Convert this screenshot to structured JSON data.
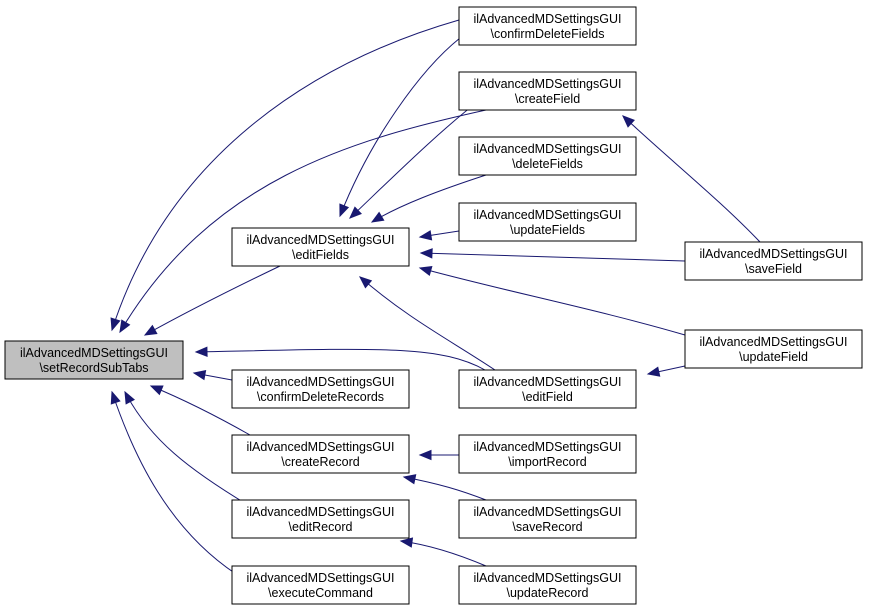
{
  "colors": {
    "edge": "#191970",
    "root_fill": "#bfbfbf",
    "node_fill": "#ffffff",
    "node_border": "#000000"
  },
  "nodes": [
    {
      "id": "setRecordSubTabs",
      "line1": "ilAdvancedMDSettingsGUI",
      "line2": "\\setRecordSubTabs"
    },
    {
      "id": "confirmDeleteFields",
      "line1": "ilAdvancedMDSettingsGUI",
      "line2": "\\confirmDeleteFields"
    },
    {
      "id": "createField",
      "line1": "ilAdvancedMDSettingsGUI",
      "line2": "\\createField"
    },
    {
      "id": "deleteFields",
      "line1": "ilAdvancedMDSettingsGUI",
      "line2": "\\deleteFields"
    },
    {
      "id": "updateFields",
      "line1": "ilAdvancedMDSettingsGUI",
      "line2": "\\updateFields"
    },
    {
      "id": "editFields",
      "line1": "ilAdvancedMDSettingsGUI",
      "line2": "\\editFields"
    },
    {
      "id": "saveField",
      "line1": "ilAdvancedMDSettingsGUI",
      "line2": "\\saveField"
    },
    {
      "id": "updateField",
      "line1": "ilAdvancedMDSettingsGUI",
      "line2": "\\updateField"
    },
    {
      "id": "editField",
      "line1": "ilAdvancedMDSettingsGUI",
      "line2": "\\editField"
    },
    {
      "id": "confirmDeleteRecords",
      "line1": "ilAdvancedMDSettingsGUI",
      "line2": "\\confirmDeleteRecords"
    },
    {
      "id": "createRecord",
      "line1": "ilAdvancedMDSettingsGUI",
      "line2": "\\createRecord"
    },
    {
      "id": "importRecord",
      "line1": "ilAdvancedMDSettingsGUI",
      "line2": "\\importRecord"
    },
    {
      "id": "saveRecord",
      "line1": "ilAdvancedMDSettingsGUI",
      "line2": "\\saveRecord"
    },
    {
      "id": "editRecord",
      "line1": "ilAdvancedMDSettingsGUI",
      "line2": "\\editRecord"
    },
    {
      "id": "updateRecord",
      "line1": "ilAdvancedMDSettingsGUI",
      "line2": "\\updateRecord"
    },
    {
      "id": "executeCommand",
      "line1": "ilAdvancedMDSettingsGUI",
      "line2": "\\executeCommand"
    }
  ],
  "edges": [
    {
      "from": "confirmDeleteFields",
      "to": "setRecordSubTabs"
    },
    {
      "from": "createField",
      "to": "setRecordSubTabs"
    },
    {
      "from": "editFields",
      "to": "setRecordSubTabs"
    },
    {
      "from": "editField",
      "to": "setRecordSubTabs"
    },
    {
      "from": "confirmDeleteRecords",
      "to": "setRecordSubTabs"
    },
    {
      "from": "createRecord",
      "to": "setRecordSubTabs"
    },
    {
      "from": "editRecord",
      "to": "setRecordSubTabs"
    },
    {
      "from": "executeCommand",
      "to": "setRecordSubTabs"
    },
    {
      "from": "confirmDeleteFields",
      "to": "editFields"
    },
    {
      "from": "createField",
      "to": "editFields"
    },
    {
      "from": "deleteFields",
      "to": "editFields"
    },
    {
      "from": "updateFields",
      "to": "editFields"
    },
    {
      "from": "saveField",
      "to": "editFields"
    },
    {
      "from": "updateField",
      "to": "editFields"
    },
    {
      "from": "editField",
      "to": "editFields"
    },
    {
      "from": "saveField",
      "to": "createField"
    },
    {
      "from": "updateField",
      "to": "editField"
    },
    {
      "from": "importRecord",
      "to": "createRecord"
    },
    {
      "from": "saveRecord",
      "to": "createRecord"
    },
    {
      "from": "updateRecord",
      "to": "editRecord"
    }
  ]
}
